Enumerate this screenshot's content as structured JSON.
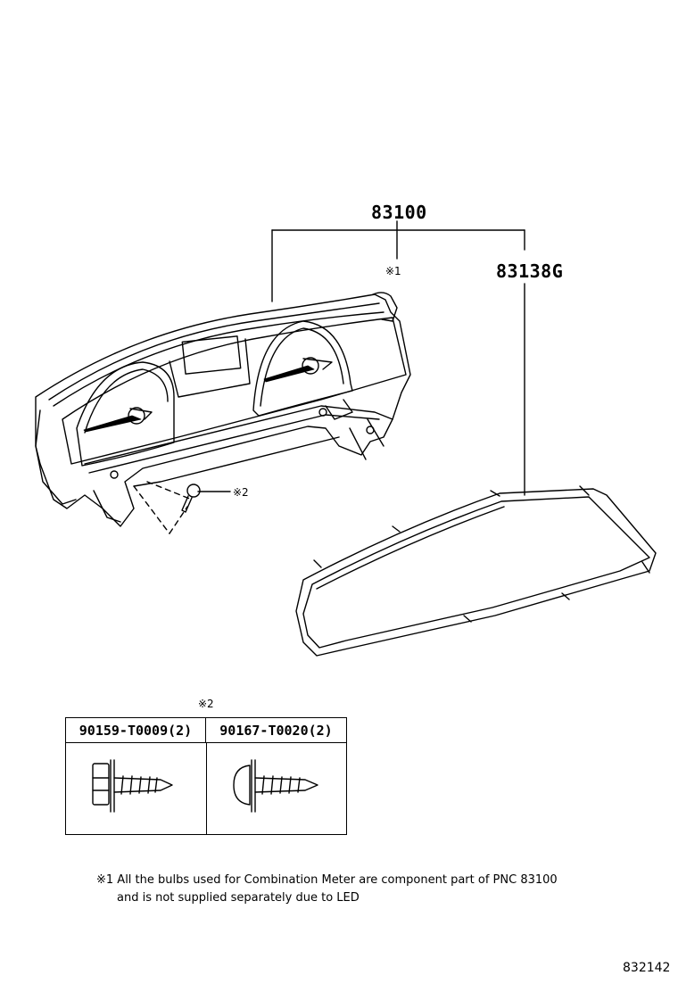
{
  "parts": {
    "assembly": "83100",
    "glass": "83138G",
    "ref_note1": "※1",
    "ref_note2": "※2"
  },
  "fastener_table": {
    "title": "※2",
    "columns": [
      {
        "part_number": "90159-T0009(2)",
        "icon": "hex-flange-screw-icon"
      },
      {
        "part_number": "90167-T0020(2)",
        "icon": "round-head-tapping-screw-icon"
      }
    ]
  },
  "footnote": {
    "line1": "※1 All the bulbs used for Combination Meter are component part of PNC 83100",
    "line2": "and is not supplied separately due to LED"
  },
  "diagram_id": "832142"
}
